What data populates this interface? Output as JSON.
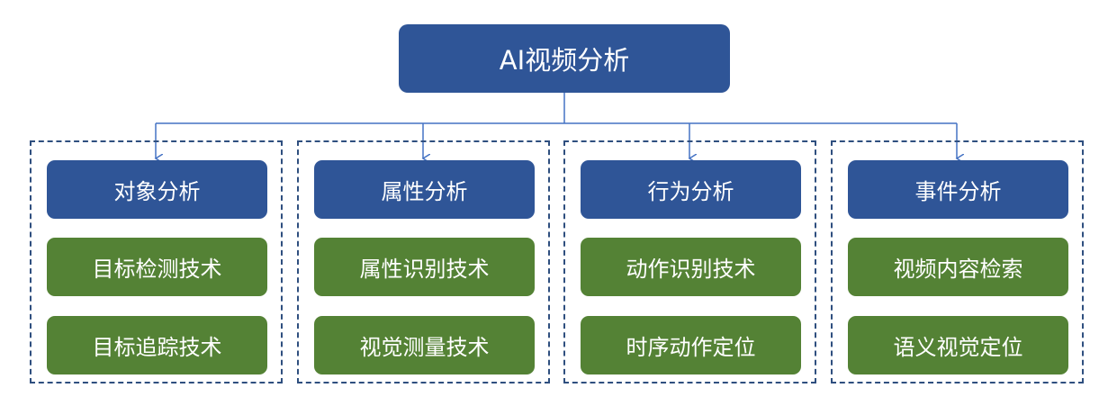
{
  "root": {
    "label": "AI视频分析"
  },
  "groups": [
    {
      "title": "对象分析",
      "items": [
        "目标检测技术",
        "目标追踪技术"
      ]
    },
    {
      "title": "属性分析",
      "items": [
        "属性识别技术",
        "视觉测量技术"
      ]
    },
    {
      "title": "行为分析",
      "items": [
        "动作识别技术",
        "时序动作定位"
      ]
    },
    {
      "title": "事件分析",
      "items": [
        "视频内容检索",
        "语义视觉定位"
      ]
    }
  ],
  "colors": {
    "header_blue": "#2f5597",
    "item_green": "#548235",
    "connector": "#4472c4",
    "dashed_border": "#2f4f7f"
  }
}
